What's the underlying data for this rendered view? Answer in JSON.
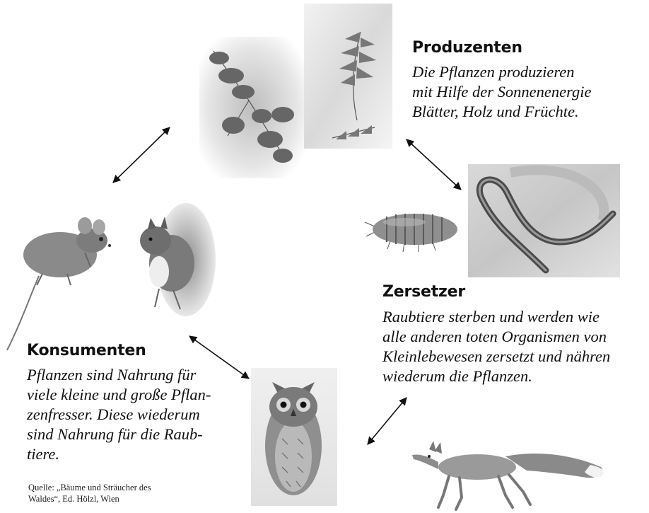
{
  "nodes": {
    "produzenten": {
      "title": "Produzenten",
      "lines": [
        "Die Pflanzen produzieren",
        "mit Hilfe der Sonnenenergie",
        "Blätter, Holz und Früchte."
      ]
    },
    "zersetzer": {
      "title": "Zersetzer",
      "lines": [
        "Raubtiere sterben und werden wie",
        "alle anderen toten Organismen von",
        "Kleinlebewesen zersetzt und nähren",
        "wiederum die Pflanzen."
      ]
    },
    "konsumenten": {
      "title": "Konsumenten",
      "lines": [
        "Pflanzen sind Nahrung für",
        "viele kleine und große Pflan-",
        "zenfresser. Diese wiederum",
        "sind Nahrung für die Raub-",
        "tiere."
      ]
    }
  },
  "source": {
    "lines": [
      "Quelle: „Bäume und Sträucher des",
      "Waldes“, Ed. Hölzl, Wien"
    ]
  },
  "illustrations": [
    "juniper-branch",
    "fern",
    "woodlouse",
    "earthworm",
    "mouse",
    "squirrel",
    "owl",
    "fox"
  ],
  "colors": {
    "text": "#111111",
    "arrow": "#111111",
    "sketch": "#6e6e6e"
  }
}
